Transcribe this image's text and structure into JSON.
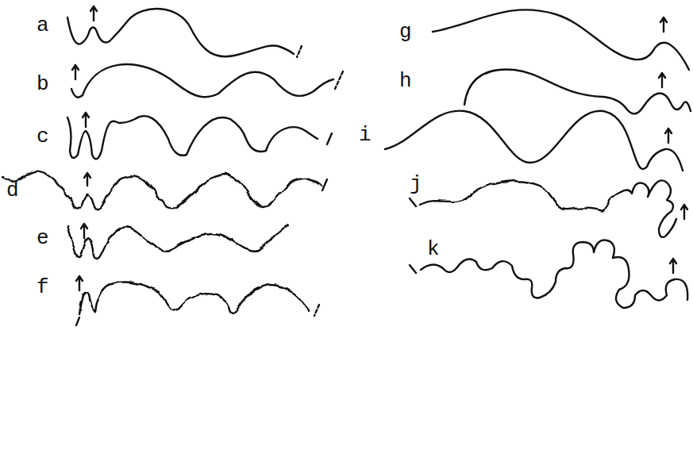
{
  "diagram": {
    "labels": [
      "a",
      "b",
      "c",
      "d",
      "e",
      "f",
      "g",
      "h",
      "i",
      "j",
      "k"
    ]
  }
}
